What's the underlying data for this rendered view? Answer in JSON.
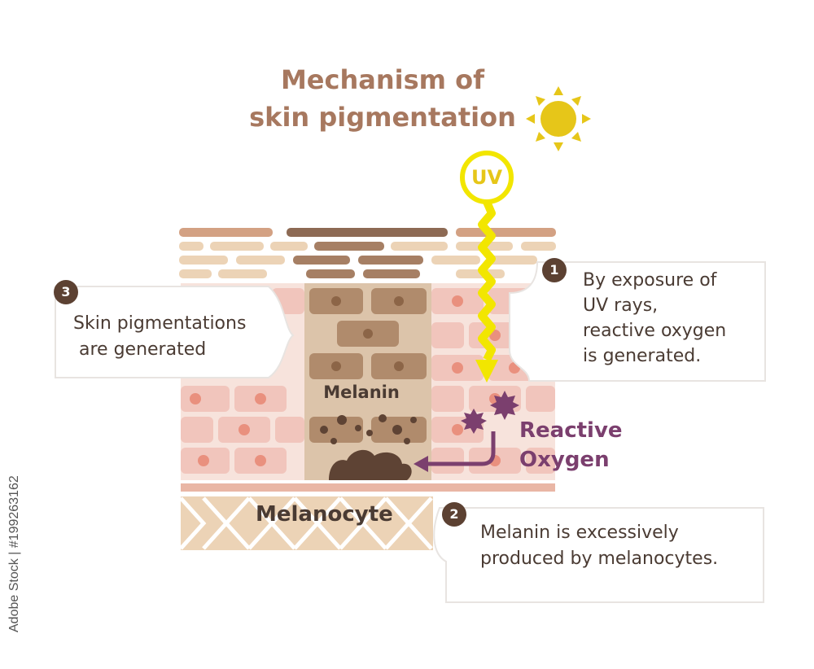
{
  "title": {
    "line1": "Mechanism of",
    "line2": "skin pigmentation"
  },
  "uv_label": "UV",
  "labels": {
    "melanin": "Melanin",
    "reactive_oxygen_line1": "Reactive",
    "reactive_oxygen_line2": "Oxygen",
    "melanocyte": "Melanocyte"
  },
  "steps": [
    {
      "number": "1",
      "lines": [
        "By exposure of",
        "UV rays,",
        "reactive oxygen",
        "is generated."
      ]
    },
    {
      "number": "2",
      "lines": [
        "Melanin is excessively",
        "produced by melanocytes."
      ]
    },
    {
      "number": "3",
      "lines": [
        "Skin pigmentations",
        " are generated"
      ]
    }
  ],
  "watermark": "Adobe Stock | #199263162",
  "colors": {
    "title": "#a7785f",
    "sun": "#e6c619",
    "uv_arrow": "#f2e600",
    "pink_cell": "#f1c5bc",
    "nucleus": "#e9907e",
    "melanin_cell": "#b08b6c",
    "reactive_oxygen": "#7b3f6e",
    "badge": "#5c4132"
  }
}
